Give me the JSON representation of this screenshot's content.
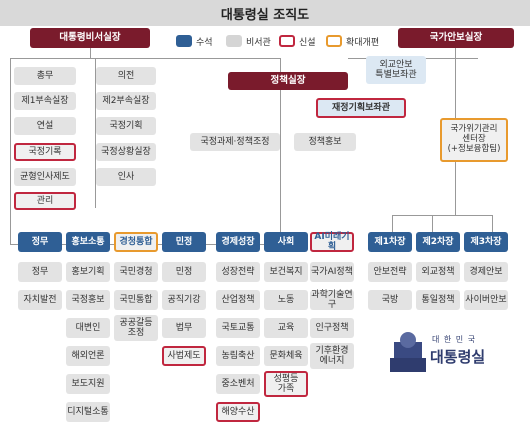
{
  "title": "대통령실 조직도",
  "legend": {
    "items": [
      "수석",
      "비서관",
      "신설",
      "확대개편"
    ]
  },
  "top": {
    "chief_secretary": "대통령비서실장",
    "policy_chief": "정책실장",
    "security_chief": "국가안보실장"
  },
  "left_pairs": [
    [
      "총무",
      "의전"
    ],
    [
      "제1부속실장",
      "제2부속실장"
    ],
    [
      "연설",
      "국정기획"
    ],
    [
      "국정기록",
      "국정상황실장"
    ],
    [
      "균형인사제도",
      "인사"
    ]
  ],
  "left_single": "관리",
  "policy": {
    "fiscal_aide": "재정기획보좌관",
    "tasks": "국정과제·정책조정",
    "promo": "정책홍보"
  },
  "security": {
    "diplomacy_aide": "외교안보\n특별보좌관",
    "crisis_center": "국가위기관리\n센터장\n(+정보융합팀)"
  },
  "senior": [
    "정무",
    "홍보소통",
    "경청통합",
    "민정",
    "경제성장",
    "사회",
    "AI미래기획",
    "제1차장",
    "제2차장",
    "제3차장"
  ],
  "columns": [
    [
      "정무",
      "자치발전"
    ],
    [
      "홍보기획",
      "국정홍보",
      "대변인",
      "해외언론",
      "보도지원",
      "디지털소통"
    ],
    [
      "국민경청",
      "국민통합",
      "공공갈등\n조정"
    ],
    [
      "민정",
      "공직기강",
      "법무",
      "사법제도"
    ],
    [
      "성장전략",
      "산업정책",
      "국토교통",
      "농림축산",
      "중소벤처",
      "해양수산"
    ],
    [
      "보건복지",
      "노동",
      "교육",
      "문화체육",
      "성평등\n가족"
    ],
    [
      "국가AI정책",
      "과학기술연구",
      "인구정책",
      "기후환경\n에너지"
    ],
    [
      "안보전략",
      "국방"
    ],
    [
      "외교정책",
      "통일정책"
    ],
    [
      "경제안보",
      "사이버안보"
    ]
  ],
  "logo": {
    "small": "대 한 민 국",
    "big": "대통령실"
  },
  "colors": {
    "dark": "#7a1b2c",
    "blue": "#2f5f95",
    "new": "#c0273f",
    "expand": "#e89a2e"
  }
}
